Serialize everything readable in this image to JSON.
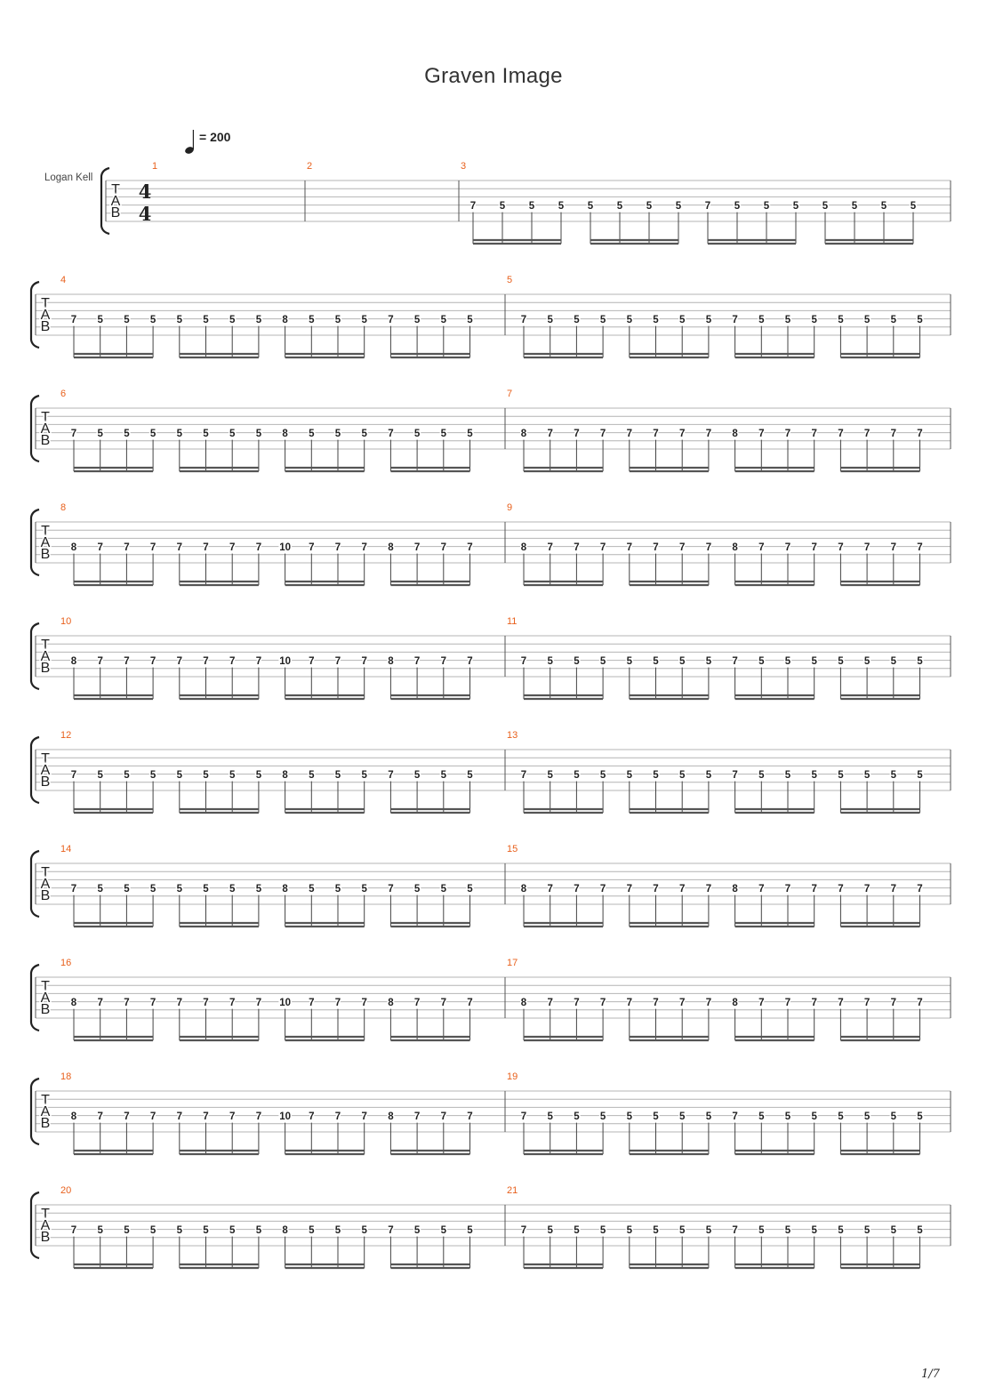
{
  "score": {
    "title": "Graven Image",
    "tempo_label": "= 200",
    "tempo_bpm": 200,
    "instrument": "Logan Kell",
    "time_signature": {
      "numerator": "4",
      "denominator": "4"
    },
    "tab_letters": [
      "T",
      "A",
      "B"
    ],
    "page_number": "1/7"
  },
  "measures": [
    {
      "number": "1",
      "frets": []
    },
    {
      "number": "2",
      "frets": []
    },
    {
      "number": "3",
      "frets": [
        "7",
        "5",
        "5",
        "5",
        "5",
        "5",
        "5",
        "5",
        "7",
        "5",
        "5",
        "5",
        "5",
        "5",
        "5",
        "5"
      ]
    },
    {
      "number": "4",
      "frets": [
        "7",
        "5",
        "5",
        "5",
        "5",
        "5",
        "5",
        "5",
        "8",
        "5",
        "5",
        "5",
        "7",
        "5",
        "5",
        "5"
      ]
    },
    {
      "number": "5",
      "frets": [
        "7",
        "5",
        "5",
        "5",
        "5",
        "5",
        "5",
        "5",
        "7",
        "5",
        "5",
        "5",
        "5",
        "5",
        "5",
        "5"
      ]
    },
    {
      "number": "6",
      "frets": [
        "7",
        "5",
        "5",
        "5",
        "5",
        "5",
        "5",
        "5",
        "8",
        "5",
        "5",
        "5",
        "7",
        "5",
        "5",
        "5"
      ]
    },
    {
      "number": "7",
      "frets": [
        "8",
        "7",
        "7",
        "7",
        "7",
        "7",
        "7",
        "7",
        "8",
        "7",
        "7",
        "7",
        "7",
        "7",
        "7",
        "7"
      ]
    },
    {
      "number": "8",
      "frets": [
        "8",
        "7",
        "7",
        "7",
        "7",
        "7",
        "7",
        "7",
        "10",
        "7",
        "7",
        "7",
        "8",
        "7",
        "7",
        "7"
      ]
    },
    {
      "number": "9",
      "frets": [
        "8",
        "7",
        "7",
        "7",
        "7",
        "7",
        "7",
        "7",
        "8",
        "7",
        "7",
        "7",
        "7",
        "7",
        "7",
        "7"
      ]
    },
    {
      "number": "10",
      "frets": [
        "8",
        "7",
        "7",
        "7",
        "7",
        "7",
        "7",
        "7",
        "10",
        "7",
        "7",
        "7",
        "8",
        "7",
        "7",
        "7"
      ]
    },
    {
      "number": "11",
      "frets": [
        "7",
        "5",
        "5",
        "5",
        "5",
        "5",
        "5",
        "5",
        "7",
        "5",
        "5",
        "5",
        "5",
        "5",
        "5",
        "5"
      ]
    },
    {
      "number": "12",
      "frets": [
        "7",
        "5",
        "5",
        "5",
        "5",
        "5",
        "5",
        "5",
        "8",
        "5",
        "5",
        "5",
        "7",
        "5",
        "5",
        "5"
      ]
    },
    {
      "number": "13",
      "frets": [
        "7",
        "5",
        "5",
        "5",
        "5",
        "5",
        "5",
        "5",
        "7",
        "5",
        "5",
        "5",
        "5",
        "5",
        "5",
        "5"
      ]
    },
    {
      "number": "14",
      "frets": [
        "7",
        "5",
        "5",
        "5",
        "5",
        "5",
        "5",
        "5",
        "8",
        "5",
        "5",
        "5",
        "7",
        "5",
        "5",
        "5"
      ]
    },
    {
      "number": "15",
      "frets": [
        "8",
        "7",
        "7",
        "7",
        "7",
        "7",
        "7",
        "7",
        "8",
        "7",
        "7",
        "7",
        "7",
        "7",
        "7",
        "7"
      ]
    },
    {
      "number": "16",
      "frets": [
        "8",
        "7",
        "7",
        "7",
        "7",
        "7",
        "7",
        "7",
        "10",
        "7",
        "7",
        "7",
        "8",
        "7",
        "7",
        "7"
      ]
    },
    {
      "number": "17",
      "frets": [
        "8",
        "7",
        "7",
        "7",
        "7",
        "7",
        "7",
        "7",
        "8",
        "7",
        "7",
        "7",
        "7",
        "7",
        "7",
        "7"
      ]
    },
    {
      "number": "18",
      "frets": [
        "8",
        "7",
        "7",
        "7",
        "7",
        "7",
        "7",
        "7",
        "10",
        "7",
        "7",
        "7",
        "8",
        "7",
        "7",
        "7"
      ]
    },
    {
      "number": "19",
      "frets": [
        "7",
        "5",
        "5",
        "5",
        "5",
        "5",
        "5",
        "5",
        "7",
        "5",
        "5",
        "5",
        "5",
        "5",
        "5",
        "5"
      ]
    },
    {
      "number": "20",
      "frets": [
        "7",
        "5",
        "5",
        "5",
        "5",
        "5",
        "5",
        "5",
        "8",
        "5",
        "5",
        "5",
        "7",
        "5",
        "5",
        "5"
      ]
    },
    {
      "number": "21",
      "frets": [
        "7",
        "5",
        "5",
        "5",
        "5",
        "5",
        "5",
        "5",
        "7",
        "5",
        "5",
        "5",
        "5",
        "5",
        "5",
        "5"
      ]
    }
  ],
  "colors": {
    "measure_number": "#e8601c",
    "staff_line": "#b4b4b4",
    "notation": "#222222"
  }
}
